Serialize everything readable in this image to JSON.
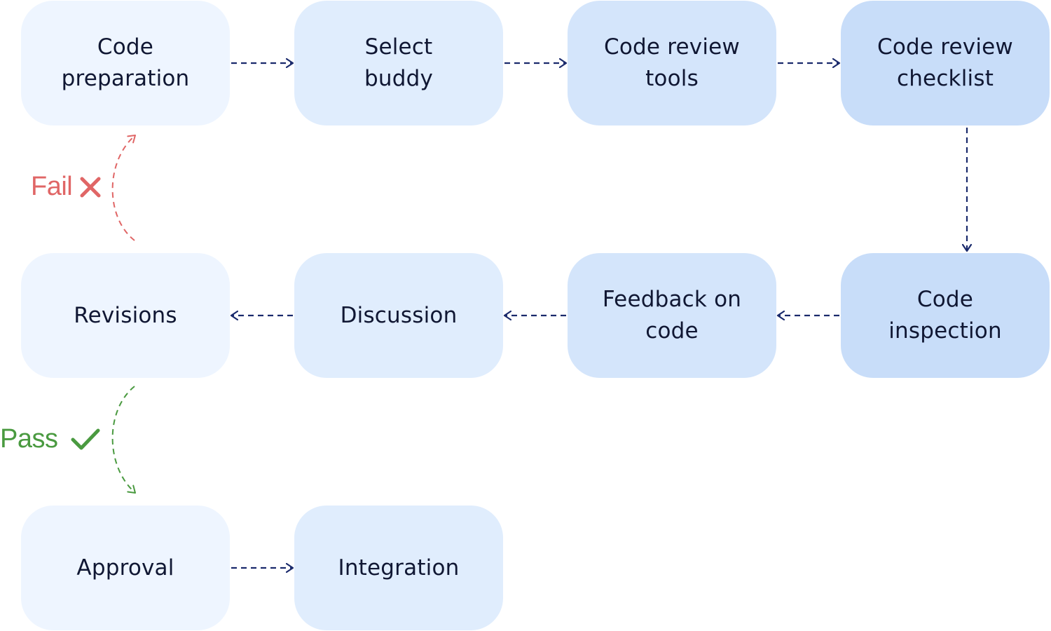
{
  "diagram": {
    "steps": [
      {
        "id": "code-preparation",
        "label": "Code\npreparation"
      },
      {
        "id": "select-buddy",
        "label": "Select\nbuddy"
      },
      {
        "id": "code-review-tools",
        "label": "Code review\ntools"
      },
      {
        "id": "code-review-checklist",
        "label": "Code review\nchecklist"
      },
      {
        "id": "code-inspection",
        "label": "Code\ninspection"
      },
      {
        "id": "feedback-on-code",
        "label": "Feedback on\ncode"
      },
      {
        "id": "discussion",
        "label": "Discussion"
      },
      {
        "id": "revisions",
        "label": "Revisions"
      },
      {
        "id": "approval",
        "label": "Approval"
      },
      {
        "id": "integration",
        "label": "Integration"
      }
    ],
    "fail_label": "Fail",
    "pass_label": "Pass",
    "fail_icon": "cross-icon",
    "pass_icon": "checkmark-icon",
    "colors": {
      "arrow": "#1a2a6c",
      "fail": "#e06666",
      "pass": "#4a9a40",
      "text": "#101733"
    }
  }
}
